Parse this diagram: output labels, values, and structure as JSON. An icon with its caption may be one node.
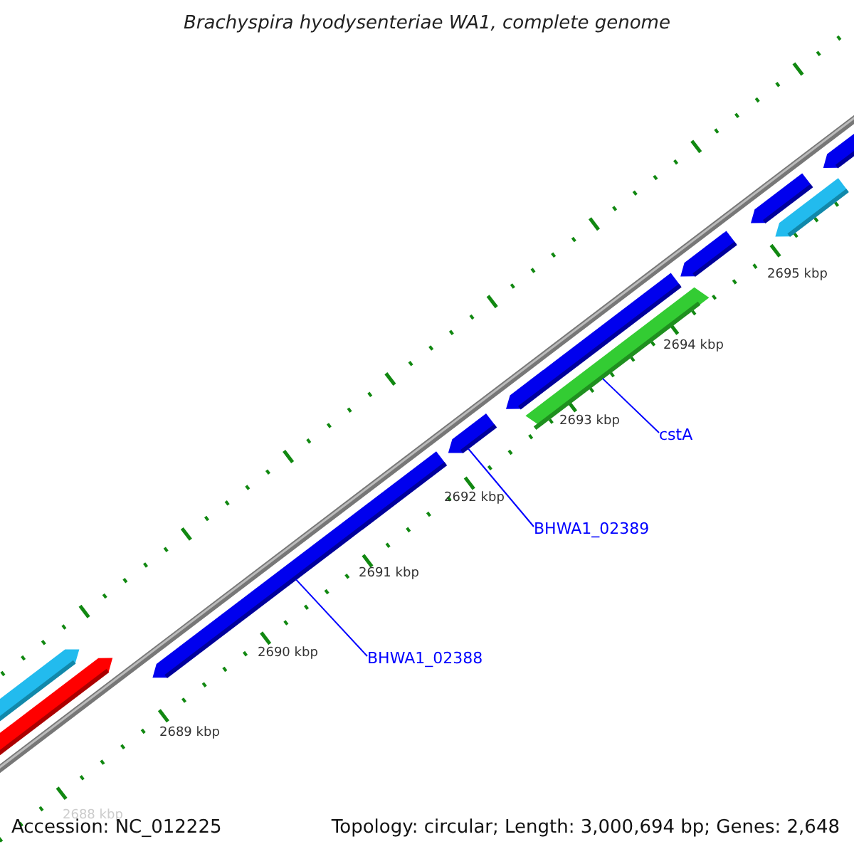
{
  "diagram": {
    "title": "Brachyspira hyodysenteriae WA1, complete genome",
    "nodes": [
      {
        "text": [
          "cstA"
        ]
      },
      {
        "text": [],
        "shape": "bar"
      },
      {
        "text": [
          "BHWA1_02389"
        ]
      },
      {
        "text": [],
        "shape": "arrow"
      },
      {
        "text": [
          "BHWA1_02388"
        ]
      },
      {
        "text": [],
        "shape": "arrow"
      },
      {
        "text": [],
        "shape": "arrow"
      },
      {
        "text": [],
        "shape": "arrow"
      },
      {
        "text": [],
        "shape": "arrow"
      },
      {
        "text": [],
        "shape": "arrow"
      },
      {
        "text": [],
        "shape": "arrow"
      },
      {
        "text": [],
        "shape": "arrow"
      },
      {
        "text": [],
        "shape": "arrow"
      }
    ],
    "edges": [
      {
        "from": 0,
        "to": 1,
        "arrow": "none"
      },
      {
        "from": 2,
        "to": 3,
        "arrow": "none"
      },
      {
        "from": 4,
        "to": 5,
        "arrow": "none"
      }
    ],
    "labels": [
      "2695 kbp",
      "2694 kbp",
      "2693 kbp",
      "2692 kbp",
      "2691 kbp",
      "2690 kbp",
      "2689 kbp",
      "2688 kbp",
      "Accession: NC_012225",
      "Topology: circular; Length: 3,000,694 bp; Genes: 2,648"
    ]
  }
}
